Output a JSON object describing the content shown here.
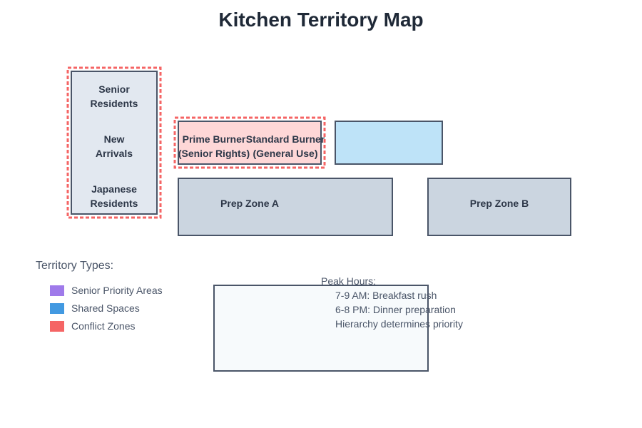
{
  "title": "Kitchen Territory Map",
  "zones": {
    "residents": [
      "Senior\nResidents",
      "New\nArrivals",
      "Japanese\nResidents"
    ],
    "prime_burner": "Prime Burner\n(Senior Rights)",
    "standard_burner": "Standard Burner\n(General Use)",
    "prep_a": "Prep Zone A",
    "prep_b": "Prep Zone B"
  },
  "legend": {
    "title": "Territory Types:",
    "items": [
      {
        "label": "Senior Priority Areas",
        "color": "#9f7aea"
      },
      {
        "label": "Shared Spaces",
        "color": "#4299e1"
      },
      {
        "label": "Conflict Zones",
        "color": "#f56565"
      }
    ]
  },
  "peak_hours": {
    "title": "Peak Hours:",
    "lines": [
      "7-9 AM: Breakfast rush",
      "6-8 PM: Dinner preparation",
      "Hierarchy determines priority"
    ]
  },
  "colors": {
    "zone_fill": "#e2e8f0",
    "prep_fill": "#cbd5e0",
    "prime_fill": "#fed7d7",
    "standard_fill": "#bee3f8",
    "conflict_border": "#f56565",
    "stroke": "#4a5568",
    "note_fill": "#f7fafc"
  }
}
